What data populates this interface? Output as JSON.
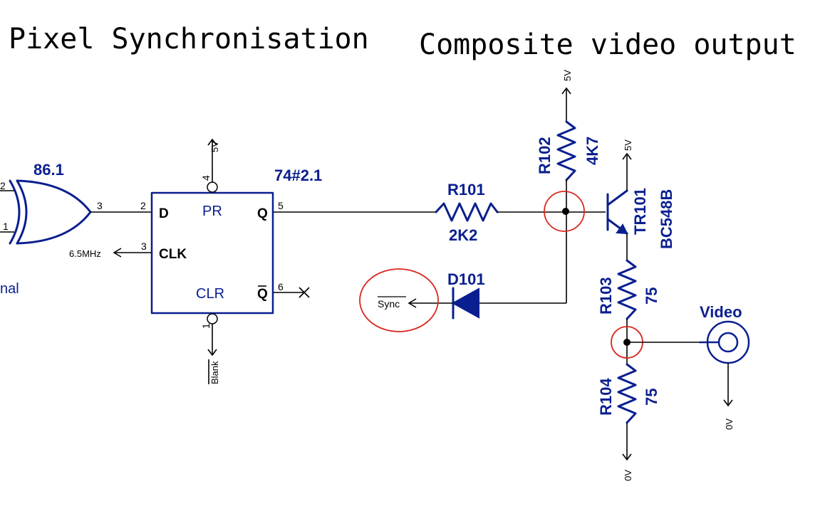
{
  "titles": {
    "left": "Pixel Synchronisation",
    "right": "Composite video output"
  },
  "gate": {
    "ref": "86.1",
    "pin_in_a": "2",
    "pin_in_b": "1",
    "pin_out": "3",
    "partial_label": "nal"
  },
  "flipflop": {
    "ref": "74#2.1",
    "pins": {
      "d": "D",
      "pr": "PR",
      "q": "Q",
      "clk": "CLK",
      "clr": "CLR",
      "qbar": "Q"
    },
    "pin_numbers": {
      "d": "2",
      "pr": "4",
      "q": "5",
      "clk": "3",
      "clr": "1",
      "qbar": "6",
      "in": "3"
    }
  },
  "nets": {
    "vcc": "5V",
    "gnd": "0V",
    "clock": "6.5MHz",
    "blank": "Blank",
    "sync": "Sync"
  },
  "r101": {
    "ref": "R101",
    "value": "2K2"
  },
  "r102": {
    "ref": "R102",
    "value": "4K7"
  },
  "r103": {
    "ref": "R103",
    "value": "75"
  },
  "r104": {
    "ref": "R104",
    "value": "75"
  },
  "d101": {
    "ref": "D101"
  },
  "tr101": {
    "ref": "TR101",
    "part": "BC548B"
  },
  "output": {
    "label": "Video"
  },
  "colors": {
    "component": "#0a1f8f",
    "wire": "#000000",
    "highlight": "#d9281f"
  }
}
